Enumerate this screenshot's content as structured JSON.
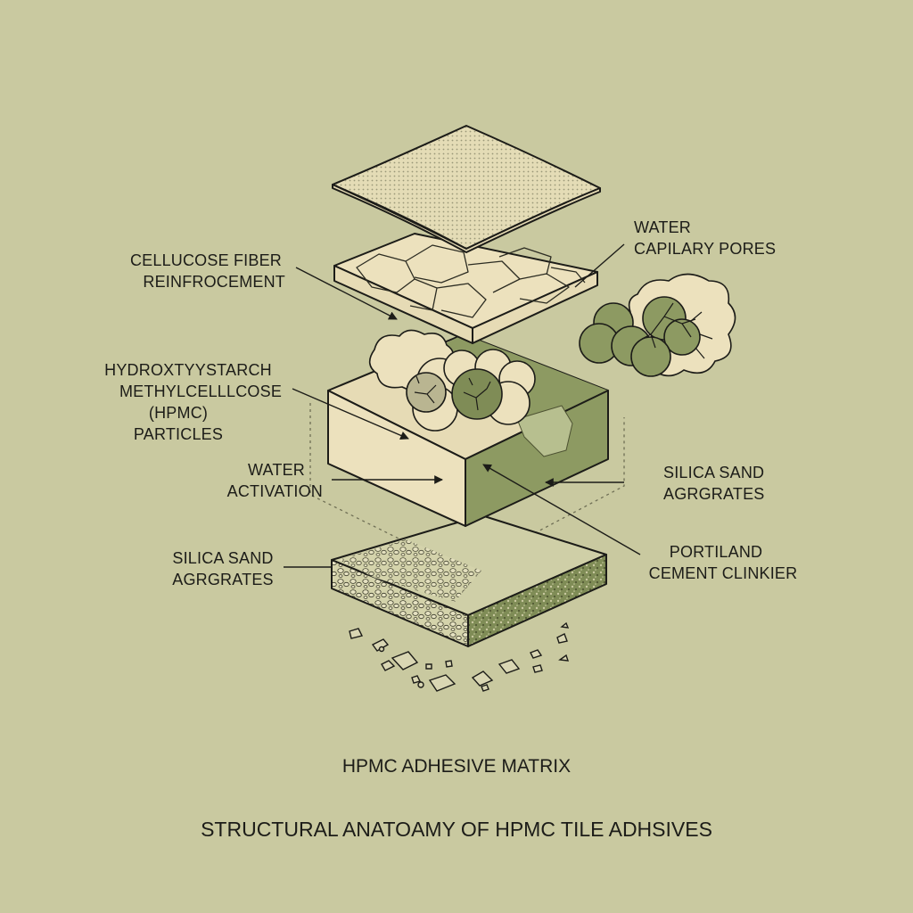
{
  "colors": {
    "background": "#c9c9a0",
    "cream": "#ece1bd",
    "olive": "#8d9a62",
    "olive_dark": "#7f8c56",
    "light_green": "#b7bf8f",
    "ink": "#1c1c18"
  },
  "layers": [
    {
      "name": "dotted-mesh-sheet",
      "position": "top"
    },
    {
      "name": "cellulose-fiber-network-slab",
      "position": "second"
    },
    {
      "name": "hpmc-matrix-block",
      "position": "middle"
    },
    {
      "name": "silica-sand-aggregate-slab",
      "position": "bottom"
    },
    {
      "name": "loose-aggregate-fragments",
      "position": "below"
    }
  ],
  "labels": {
    "cellulose_fiber": {
      "line1": "CELLUCOSE FIBER",
      "line2": "REINFROCEMENT"
    },
    "hpmc_particles": {
      "line1": "HYDROXTYYSTARCH",
      "line2": "METHYLCELLLCOSE",
      "line3": "(HPMC)",
      "line4": "PARTICLES"
    },
    "water_activation": {
      "line1": "WATER",
      "line2": "ACTIVATION"
    },
    "silica_sand_left": {
      "line1": "SILICA SAND",
      "line2": "AGRGRATES"
    },
    "water_pores": {
      "line1": "WATER",
      "line2": "CAPILARY PORES"
    },
    "silica_sand_right": {
      "line1": "SILICA SAND",
      "line2": "AGRGRATES"
    },
    "portland_cement": {
      "line1": "PORTILAND",
      "line2": "CEMENT CLINKIER"
    }
  },
  "captions": {
    "subtitle": "HPMC ADHESIVE MATRIX",
    "title": "STRUCTURAL ANATOAMY OF HPMC TILE ADHSIVES"
  }
}
